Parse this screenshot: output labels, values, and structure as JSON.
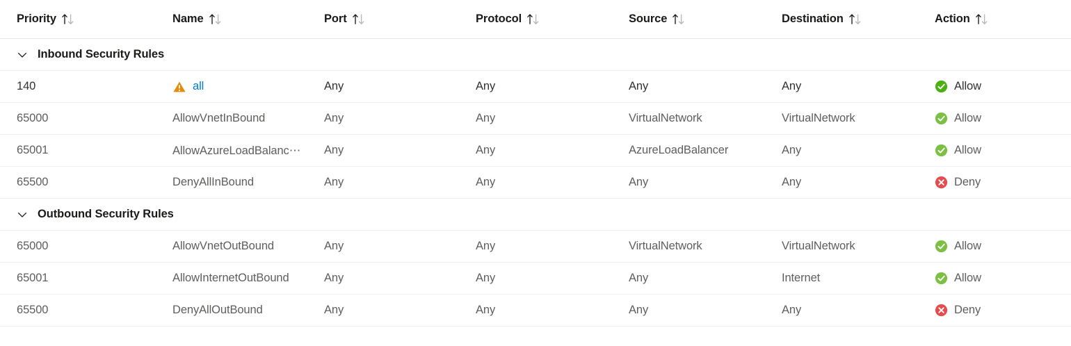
{
  "table": {
    "columns": [
      {
        "key": "priority",
        "label": "Priority",
        "sort_icon": "sort-arrows-icon"
      },
      {
        "key": "name",
        "label": "Name",
        "sort_icon": "sort-arrows-icon"
      },
      {
        "key": "port",
        "label": "Port",
        "sort_icon": "sort-arrows-icon"
      },
      {
        "key": "protocol",
        "label": "Protocol",
        "sort_icon": "sort-arrows-icon"
      },
      {
        "key": "source",
        "label": "Source",
        "sort_icon": "sort-arrows-icon"
      },
      {
        "key": "destination",
        "label": "Destination",
        "sort_icon": "sort-arrows-icon"
      },
      {
        "key": "action",
        "label": "Action",
        "sort_icon": "sort-arrows-icon"
      }
    ],
    "groups": [
      {
        "title": "Inbound Security Rules",
        "expanded": true,
        "chevron_icon": "chevron-down-icon",
        "rows": [
          {
            "priority": "140",
            "name": "all",
            "name_is_link": true,
            "name_icon": "warning-triangle-icon",
            "port": "Any",
            "protocol": "Any",
            "source": "Any",
            "destination": "Any",
            "action": "Allow",
            "action_icon": "check-circle-icon",
            "muted": false
          },
          {
            "priority": "65000",
            "name": "AllowVnetInBound",
            "name_is_link": false,
            "name_icon": "",
            "port": "Any",
            "protocol": "Any",
            "source": "VirtualNetwork",
            "destination": "VirtualNetwork",
            "action": "Allow",
            "action_icon": "check-circle-icon",
            "muted": true
          },
          {
            "priority": "65001",
            "name": "AllowAzureLoadBalanc⋯",
            "name_is_link": false,
            "name_icon": "",
            "port": "Any",
            "protocol": "Any",
            "source": "AzureLoadBalancer",
            "destination": "Any",
            "action": "Allow",
            "action_icon": "check-circle-icon",
            "muted": true
          },
          {
            "priority": "65500",
            "name": "DenyAllInBound",
            "name_is_link": false,
            "name_icon": "",
            "port": "Any",
            "protocol": "Any",
            "source": "Any",
            "destination": "Any",
            "action": "Deny",
            "action_icon": "x-circle-icon",
            "muted": true
          }
        ]
      },
      {
        "title": "Outbound Security Rules",
        "expanded": true,
        "chevron_icon": "chevron-down-icon",
        "rows": [
          {
            "priority": "65000",
            "name": "AllowVnetOutBound",
            "name_is_link": false,
            "name_icon": "",
            "port": "Any",
            "protocol": "Any",
            "source": "VirtualNetwork",
            "destination": "VirtualNetwork",
            "action": "Allow",
            "action_icon": "check-circle-icon",
            "muted": true
          },
          {
            "priority": "65001",
            "name": "AllowInternetOutBound",
            "name_is_link": false,
            "name_icon": "",
            "port": "Any",
            "protocol": "Any",
            "source": "Any",
            "destination": "Internet",
            "action": "Allow",
            "action_icon": "check-circle-icon",
            "muted": true
          },
          {
            "priority": "65500",
            "name": "DenyAllOutBound",
            "name_is_link": false,
            "name_icon": "",
            "port": "Any",
            "protocol": "Any",
            "source": "Any",
            "destination": "Any",
            "action": "Deny",
            "action_icon": "x-circle-icon",
            "muted": true
          }
        ]
      }
    ]
  },
  "colors": {
    "link": "#0078D4",
    "warning": "#E58A0B",
    "allow_strong": "#4CAF12",
    "allow_muted": "#7BC043",
    "deny": "#E74C4C",
    "text": "#323130",
    "text_muted": "#605E5C",
    "border": "#F0F0F0"
  }
}
